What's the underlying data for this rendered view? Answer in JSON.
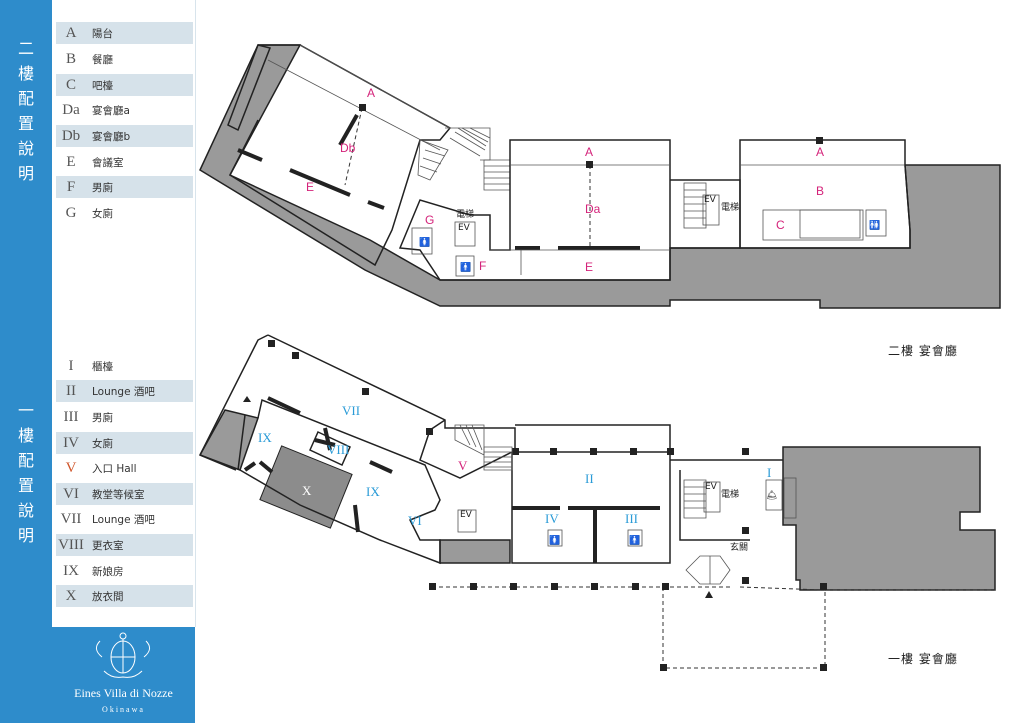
{
  "floor2_sidebar_title": [
    "二",
    "樓",
    "配",
    "置",
    "說",
    "明"
  ],
  "floor1_sidebar_title": [
    "一",
    "樓",
    "配",
    "置",
    "說",
    "明"
  ],
  "floor2_legend": [
    {
      "key": "A",
      "label": "陽台"
    },
    {
      "key": "B",
      "label": "餐廳"
    },
    {
      "key": "C",
      "label": "吧檯"
    },
    {
      "key": "Da",
      "label": "宴會廳a"
    },
    {
      "key": "Db",
      "label": "宴會廳b"
    },
    {
      "key": "E",
      "label": "會議室"
    },
    {
      "key": "F",
      "label": "男廁"
    },
    {
      "key": "G",
      "label": "女廁"
    }
  ],
  "floor1_legend": [
    {
      "key": "I",
      "label": "櫃檯"
    },
    {
      "key": "II",
      "label": "Lounge 酒吧"
    },
    {
      "key": "III",
      "label": "男廁"
    },
    {
      "key": "IV",
      "label": "女廁"
    },
    {
      "key": "V",
      "label": "入口 Hall"
    },
    {
      "key": "VI",
      "label": "教堂等候室"
    },
    {
      "key": "VII",
      "label": "Lounge 酒吧"
    },
    {
      "key": "VIII",
      "label": "更衣室"
    },
    {
      "key": "IX",
      "label": "新娘房"
    },
    {
      "key": "X",
      "label": "放衣間"
    }
  ],
  "logo": {
    "name": "Eines Villa di Nozze",
    "location": "Okinawa"
  },
  "floor2_caption": "二樓 宴會廳",
  "floor1_caption": "一樓 宴會廳",
  "plan_labels": {
    "elevator": "電梯",
    "ev": "EV",
    "entrance_foyer": "玄關",
    "floor2_rooms": [
      "A",
      "Db",
      "E",
      "G",
      "F",
      "A",
      "Da",
      "E",
      "A",
      "B",
      "C"
    ],
    "floor1_rooms": [
      "VII",
      "IX",
      "VIII",
      "X",
      "IX",
      "V",
      "VI",
      "II",
      "IV",
      "III",
      "I"
    ]
  },
  "colors": {
    "accent": "#2e8ccb",
    "magenta": "#d4237a",
    "cyan": "#2a9bd7",
    "orange": "#d0562b",
    "gray_fill": "#9a9a9a"
  }
}
